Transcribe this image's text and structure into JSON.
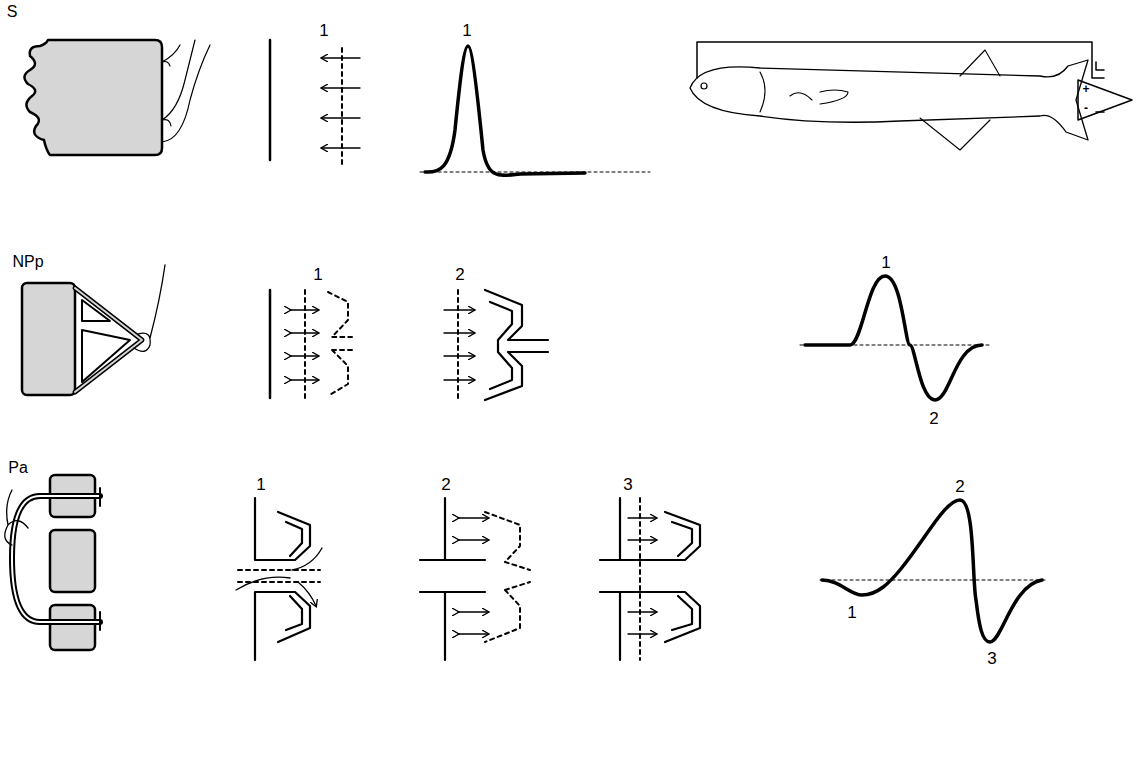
{
  "diagram": {
    "labels": [
      "S",
      "1",
      "1",
      "+",
      "-",
      "NPp",
      "1",
      "2",
      "1",
      "2",
      "Pa",
      "1",
      "2",
      "3",
      "2",
      "1",
      "3"
    ]
  }
}
